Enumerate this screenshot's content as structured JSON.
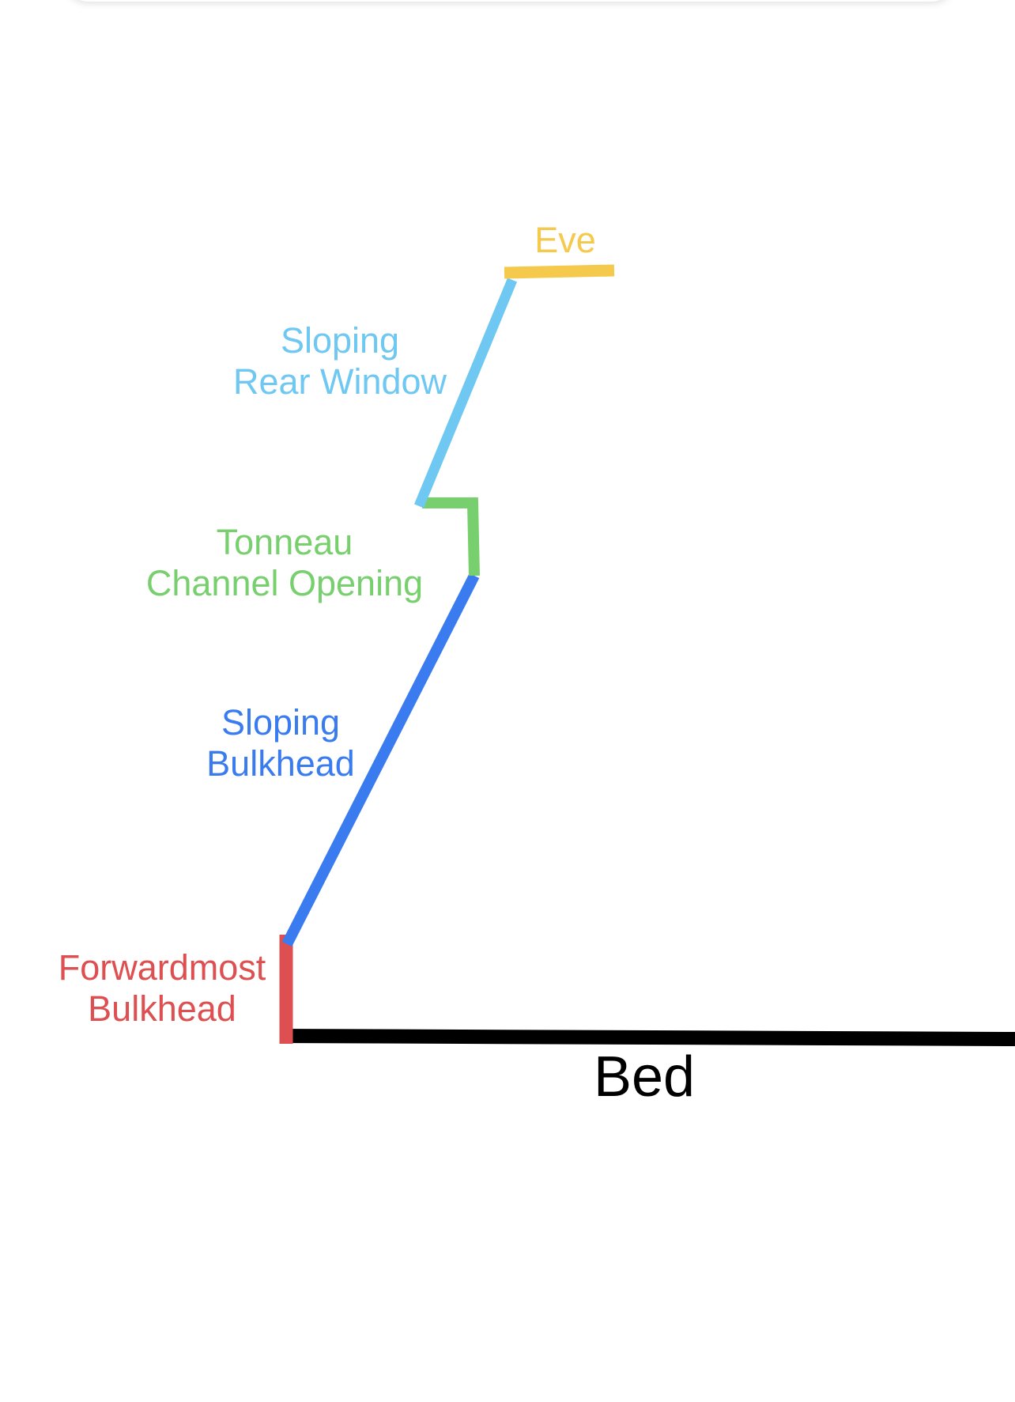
{
  "labels": {
    "eve": "Eve",
    "rear_window": [
      "Sloping",
      "Rear Window"
    ],
    "tonneau": [
      "Tonneau",
      "Channel Opening"
    ],
    "sloping_bulkhead": [
      "Sloping",
      "Bulkhead"
    ],
    "forward_bulkhead": [
      "Forwardmost",
      "Bulkhead"
    ],
    "bed": "Bed"
  },
  "colors": {
    "eve": "#f5c94c",
    "rear_window": "#6fc8f2",
    "tonneau": "#77cf6e",
    "sloping_bulkhead": "#3a7cf0",
    "forward_bulkhead": "#dd4f50",
    "bed": "#000000"
  }
}
